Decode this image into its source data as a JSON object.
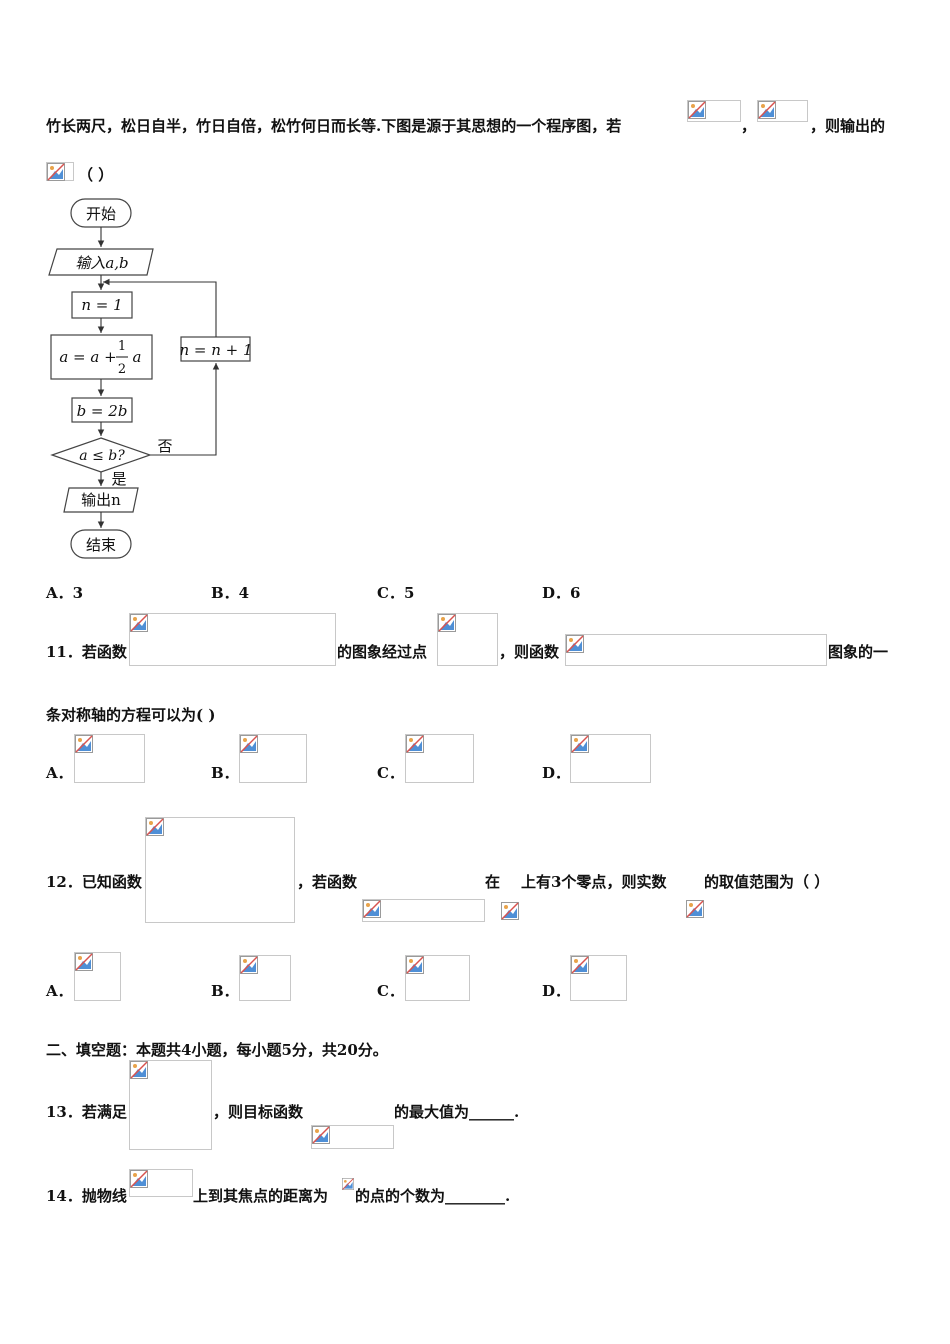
{
  "q10": {
    "line1": "竹长两尺，松日自半，竹日自倍，松竹何日而长等.下图是源于其思想的一个程序图，若",
    "comma": "，",
    "line1_end": "，则输出的",
    "paren": "（     ）",
    "flowchart": {
      "start": "开始",
      "input": "输入a,b",
      "n_init": "n = 1",
      "a_update": "a = a + ",
      "a_suffix": "a",
      "frac_num": "1",
      "frac_den": "2",
      "b_update": "b = 2b",
      "cond": "a ≤ b?",
      "no": "否",
      "yes": "是",
      "n_inc": "n = n + 1",
      "output": "输出n",
      "end": "结束"
    },
    "options": [
      {
        "label": "A．3"
      },
      {
        "label": "B．4"
      },
      {
        "label": "C．5"
      },
      {
        "label": "D．6"
      }
    ]
  },
  "q11": {
    "prefix": "11．若函数",
    "mid1": "的图象经过点",
    "mid2": "，则函数",
    "end": "图象的一",
    "line2": "条对称轴的方程可以为(    )",
    "options": [
      "A．",
      "B．",
      "C．",
      "D．"
    ]
  },
  "q12": {
    "prefix": "12．已知函数",
    "mid1": "，若函数",
    "mid2": "在",
    "mid3": "上有3个零点，则实数",
    "end": "的取值范围为（     ）",
    "options": [
      "A．",
      "B．",
      "C．",
      "D．"
    ]
  },
  "section2": {
    "title": "二、填空题：本题共4小题，每小题5分，共20分。"
  },
  "q13": {
    "prefix": "13．若满足",
    "mid": "，则目标函数",
    "end": "的最大值为______."
  },
  "q14": {
    "prefix": "14．抛物线",
    "mid": "上到其焦点的距离为",
    "end": "的点的个数为________."
  }
}
